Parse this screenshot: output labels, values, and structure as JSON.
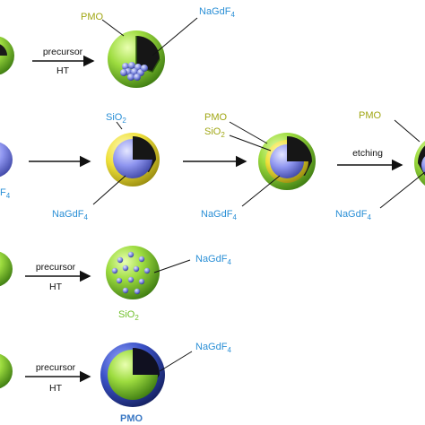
{
  "colors": {
    "pmo_green": "#8fd13a",
    "sio2_yellow": "#f1e13a",
    "nagdf4_blue": "#8f96f0",
    "pmo_blue_shell": "#3b52c8",
    "label_cyan": "#2a8fd6",
    "label_olive": "#a0a613"
  },
  "row1": {
    "arrow_top": "precursor",
    "arrow_bottom": "HT",
    "label_pmo": "PMO",
    "label_nagdf4": "NaGdF",
    "label_nagdf4_sub": "4"
  },
  "row2": {
    "left_partial_label": "F",
    "left_partial_sub": "4",
    "label_sio2": "SiO",
    "label_sio2_sub": "2",
    "label_nagdf4_a": "NaGdF",
    "label_nagdf4_a_sub": "4",
    "label_pmo_b": "PMO",
    "label_sio2_b": "SiO",
    "label_sio2_b_sub": "2",
    "label_nagdf4_b": "NaGdF",
    "label_nagdf4_b_sub": "4",
    "arrow_etching": "etching",
    "label_pmo_c": "PMO",
    "label_nagdf4_c": "NaGdF",
    "label_nagdf4_c_sub": "4"
  },
  "row3": {
    "arrow_top": "precursor",
    "arrow_bottom": "HT",
    "label_nagdf4": "NaGdF",
    "label_nagdf4_sub": "4",
    "label_sio2": "SiO",
    "label_sio2_sub": "2"
  },
  "row4": {
    "arrow_top": "precursor",
    "arrow_bottom": "HT",
    "label_nagdf4": "NaGdF",
    "label_nagdf4_sub": "4",
    "label_pmo": "PMO"
  }
}
